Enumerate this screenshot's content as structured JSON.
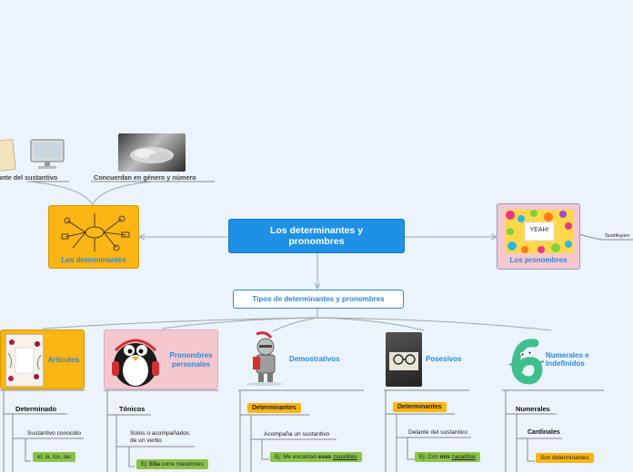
{
  "root": {
    "title": "Los determinantes y pronombres"
  },
  "top": {
    "left_label": "ante del sustantivo",
    "right_label": "Concuerdan en género y número"
  },
  "determinantes": {
    "label": "Los determinantes"
  },
  "pronombres": {
    "label": "Los pronombres",
    "sign": "YEAH!",
    "child": "Sustituyen"
  },
  "tipos": {
    "label": "Tipos de determinantes y pronombres"
  },
  "categories": {
    "articulos": {
      "label": "Artículos",
      "sub": "Determinado",
      "desc": "Sustantivo conocido",
      "tag": "el, la, los, las"
    },
    "personales": {
      "label": "Pronombres personales",
      "sub": "Tónicos",
      "desc": "Solos o acompañados de un verbo",
      "tag_prefix": "Ej:",
      "tag_bold": "Ella",
      "tag_rest": "corre maratones"
    },
    "demostrativos": {
      "label": "Demostrativos",
      "sub": "Determinantes",
      "desc": "Acompaña un sustantivo",
      "tag_prefix": "Ej: Me encantan",
      "tag_bold": "esas",
      "tag_rest": "zapatillas"
    },
    "posesivos": {
      "label": "Posesivos",
      "sub": "Determinantes",
      "desc": "Delante del sustantivo",
      "tag_prefix": "Ej: Con",
      "tag_bold": "mis",
      "tag_rest": "zapatillas"
    },
    "numerales": {
      "label": "Numerales e Indefinidos",
      "sub": "Numerales",
      "sub2": "Cardinales",
      "tag": "Son determinantes"
    }
  },
  "colors": {
    "root": "#1e90e6",
    "determinantes_bg": "#fbb514",
    "pronombres_bg": "#f5c8d0",
    "articulos_bg": "#fbb514",
    "personales_bg": "#f5c8d0",
    "tag_green": "#8bc34a",
    "tag_orange": "#fbb514"
  }
}
